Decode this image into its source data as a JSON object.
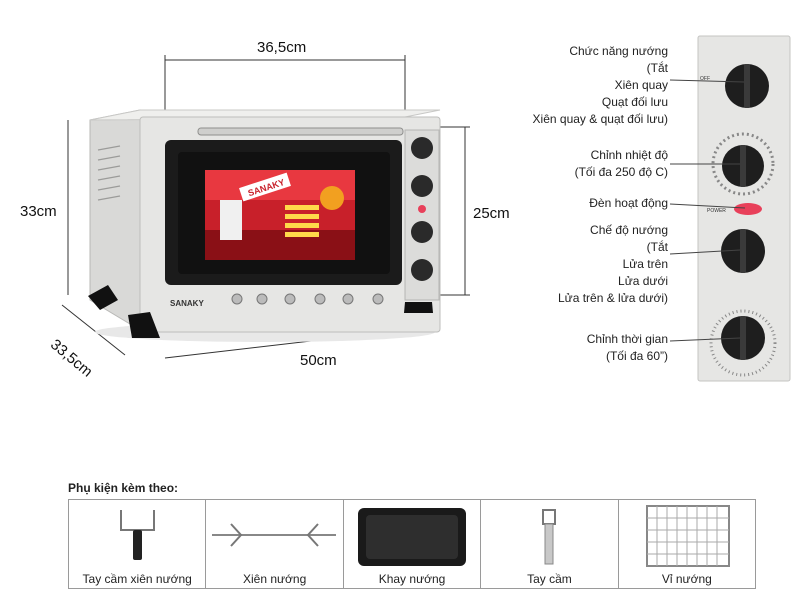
{
  "dimensions": {
    "width_top": "36,5cm",
    "height_left": "33cm",
    "height_right": "25cm",
    "depth": "33,5cm",
    "width_bottom": "50cm"
  },
  "oven": {
    "brand": "SANAKY",
    "screen_brand": "SANAKY"
  },
  "controls": [
    {
      "lines": [
        "Chức năng nướng",
        "(Tắt",
        "Xiên quay",
        "Quạt đối lưu",
        "Xiên quay & quạt đối lưu)"
      ]
    },
    {
      "lines": [
        "Chỉnh nhiệt độ",
        "(Tối đa 250 độ C)"
      ]
    },
    {
      "lines": [
        "Đèn hoạt động"
      ]
    },
    {
      "lines": [
        "Chế độ nướng",
        "(Tắt",
        "Lửa trên",
        "Lửa dưới",
        "Lửa trên & lửa dưới)"
      ]
    },
    {
      "lines": [
        "Chỉnh thời gian",
        "(Tối đa 60”)"
      ]
    }
  ],
  "panel": {
    "off_label": "OFF",
    "power_label": "POWER"
  },
  "accessories": {
    "title": "Phụ kiện kèm theo:",
    "items": [
      "Tay cầm xiên nướng",
      "Xiên nướng",
      "Khay nướng",
      "Tay cầm",
      "Vỉ nướng"
    ]
  },
  "colors": {
    "oven_body": "#e4e4e2",
    "knob": "#2a2a2a",
    "screen_red": "#c8202a",
    "power_light": "#e8405a"
  }
}
